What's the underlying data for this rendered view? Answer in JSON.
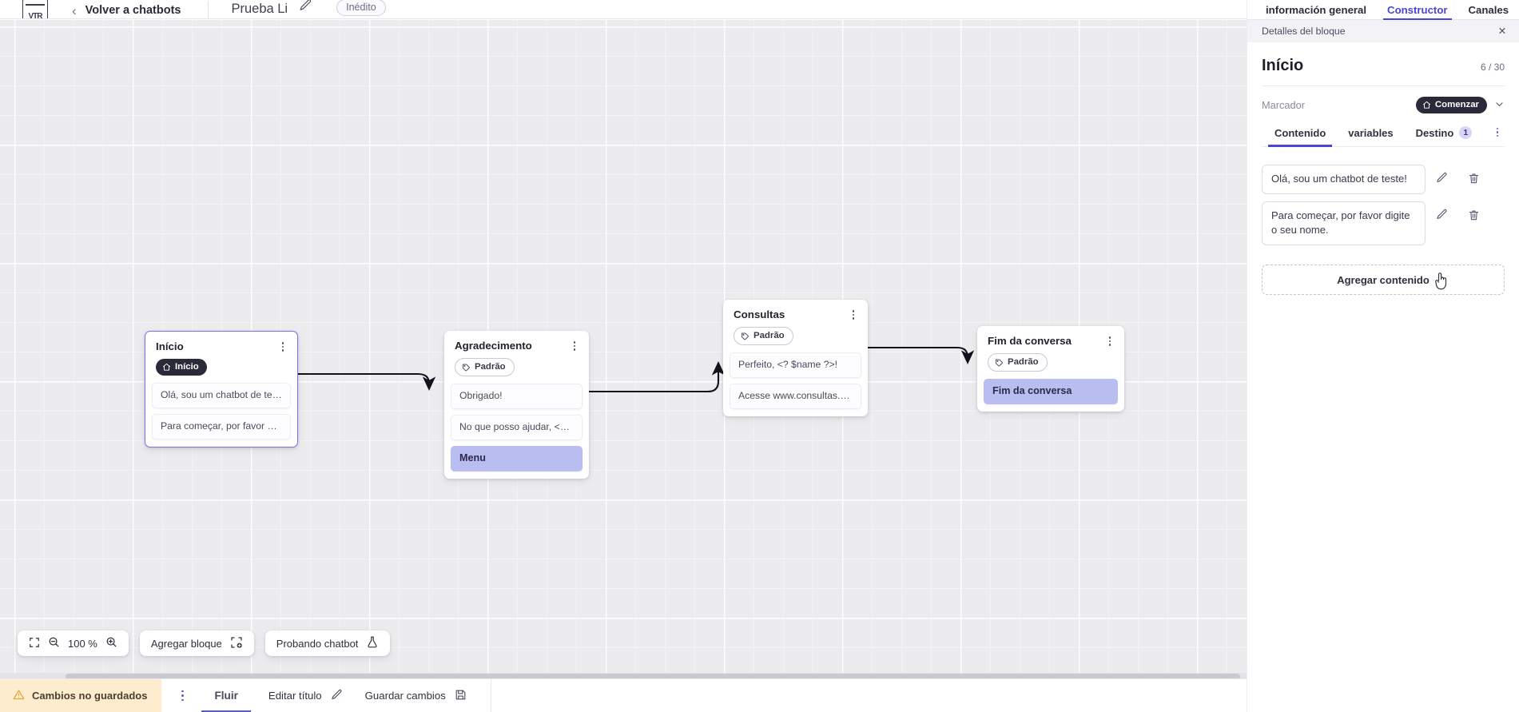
{
  "header": {
    "logo_name": "vtr-logo",
    "back_label": "Volver a chatbots",
    "bot_title": "Prueba Li",
    "status_badge": "Inédito"
  },
  "canvas": {
    "zoom_label": "100 %",
    "add_block_label": "Agregar bloque",
    "test_chatbot_label": "Probando chatbot",
    "nodes": [
      {
        "id": "inicio",
        "title": "Início",
        "tag": "Início",
        "tag_style": "dark",
        "tag_icon": "home-icon",
        "selected": true,
        "messages": [
          {
            "text": "Olá, sou um chatbot de teste!",
            "accent": false
          },
          {
            "text": "Para começar, por favor digite o ...",
            "accent": false
          }
        ]
      },
      {
        "id": "agradecimento",
        "title": "Agradecimento",
        "tag": "Padrão",
        "tag_style": "light",
        "tag_icon": "tag-icon",
        "selected": false,
        "messages": [
          {
            "text": "Obrigado!",
            "accent": false
          },
          {
            "text": "No que posso ajudar, <? $name ...",
            "accent": false
          },
          {
            "text": "Menu",
            "accent": true
          }
        ]
      },
      {
        "id": "consultas",
        "title": "Consultas",
        "tag": "Padrão",
        "tag_style": "light",
        "tag_icon": "tag-icon",
        "selected": false,
        "messages": [
          {
            "text": "Perfeito, <? $name ?>!",
            "accent": false
          },
          {
            "text": "Acesse www.consultas.com par...",
            "accent": false
          }
        ]
      },
      {
        "id": "fim",
        "title": "Fim da conversa",
        "tag": "Padrão",
        "tag_style": "light",
        "tag_icon": "tag-icon",
        "selected": false,
        "messages": [
          {
            "text": "Fim da conversa",
            "accent": true
          }
        ]
      }
    ]
  },
  "statusbar": {
    "unsaved_label": "Cambios no guardados",
    "flow_tab": "Fluir",
    "edit_title_label": "Editar título",
    "save_label": "Guardar cambios"
  },
  "right_panel": {
    "top_tabs": [
      {
        "label": "información general",
        "active": false
      },
      {
        "label": "Constructor",
        "active": true
      },
      {
        "label": "Canales",
        "active": false
      }
    ],
    "subheader": "Detalles del bloque",
    "block_title": "Início",
    "block_count": "6 / 30",
    "marker_label": "Marcador",
    "marker_badge": "Comenzar",
    "tabs": [
      {
        "label": "Contenido",
        "badge": "",
        "active": true
      },
      {
        "label": "variables",
        "badge": "",
        "active": false
      },
      {
        "label": "Destino",
        "badge": "1",
        "active": false
      }
    ],
    "contents": [
      "Olá, sou um chatbot de teste!",
      "Para começar, por favor digite o seu nome."
    ],
    "add_content_label": "Agregar contenido"
  },
  "colors": {
    "accent": "#4a45d6",
    "node_selected_border": "#7a6ff0",
    "message_accent_bg": "#b9bdf0",
    "unsaved_bg": "#fdeccd",
    "canvas_bg": "#ececee"
  }
}
